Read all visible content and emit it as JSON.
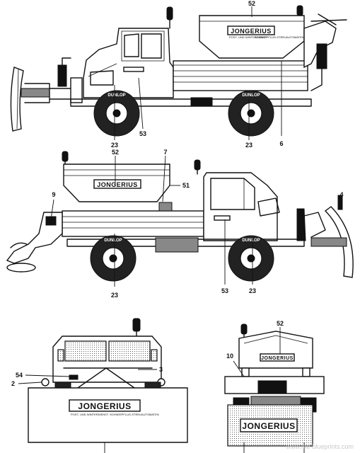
{
  "brand": {
    "name": "JONGERIUS",
    "tagline_left": "POST- UND WINTERDIENST",
    "tagline_right": "SCHNEEPFLUG-STREUAUTOMATEN"
  },
  "tyre_brand": "DUNLOP",
  "watermark": "www.the-blueprints.com",
  "views": {
    "side_right": {
      "callouts": {
        "c52": "52",
        "c53": "53",
        "c23a": "23",
        "c23b": "23",
        "c6": "6"
      }
    },
    "side_left": {
      "callouts": {
        "c52": "52",
        "c7": "7",
        "c51": "51",
        "c9": "9",
        "c4": "4",
        "c23a": "23",
        "c53": "53",
        "c23b": "23"
      }
    },
    "front": {
      "callouts": {
        "c54": "54",
        "c2": "2",
        "c3": "3"
      }
    },
    "rear": {
      "callouts": {
        "c52": "52",
        "c10": "10"
      }
    }
  }
}
